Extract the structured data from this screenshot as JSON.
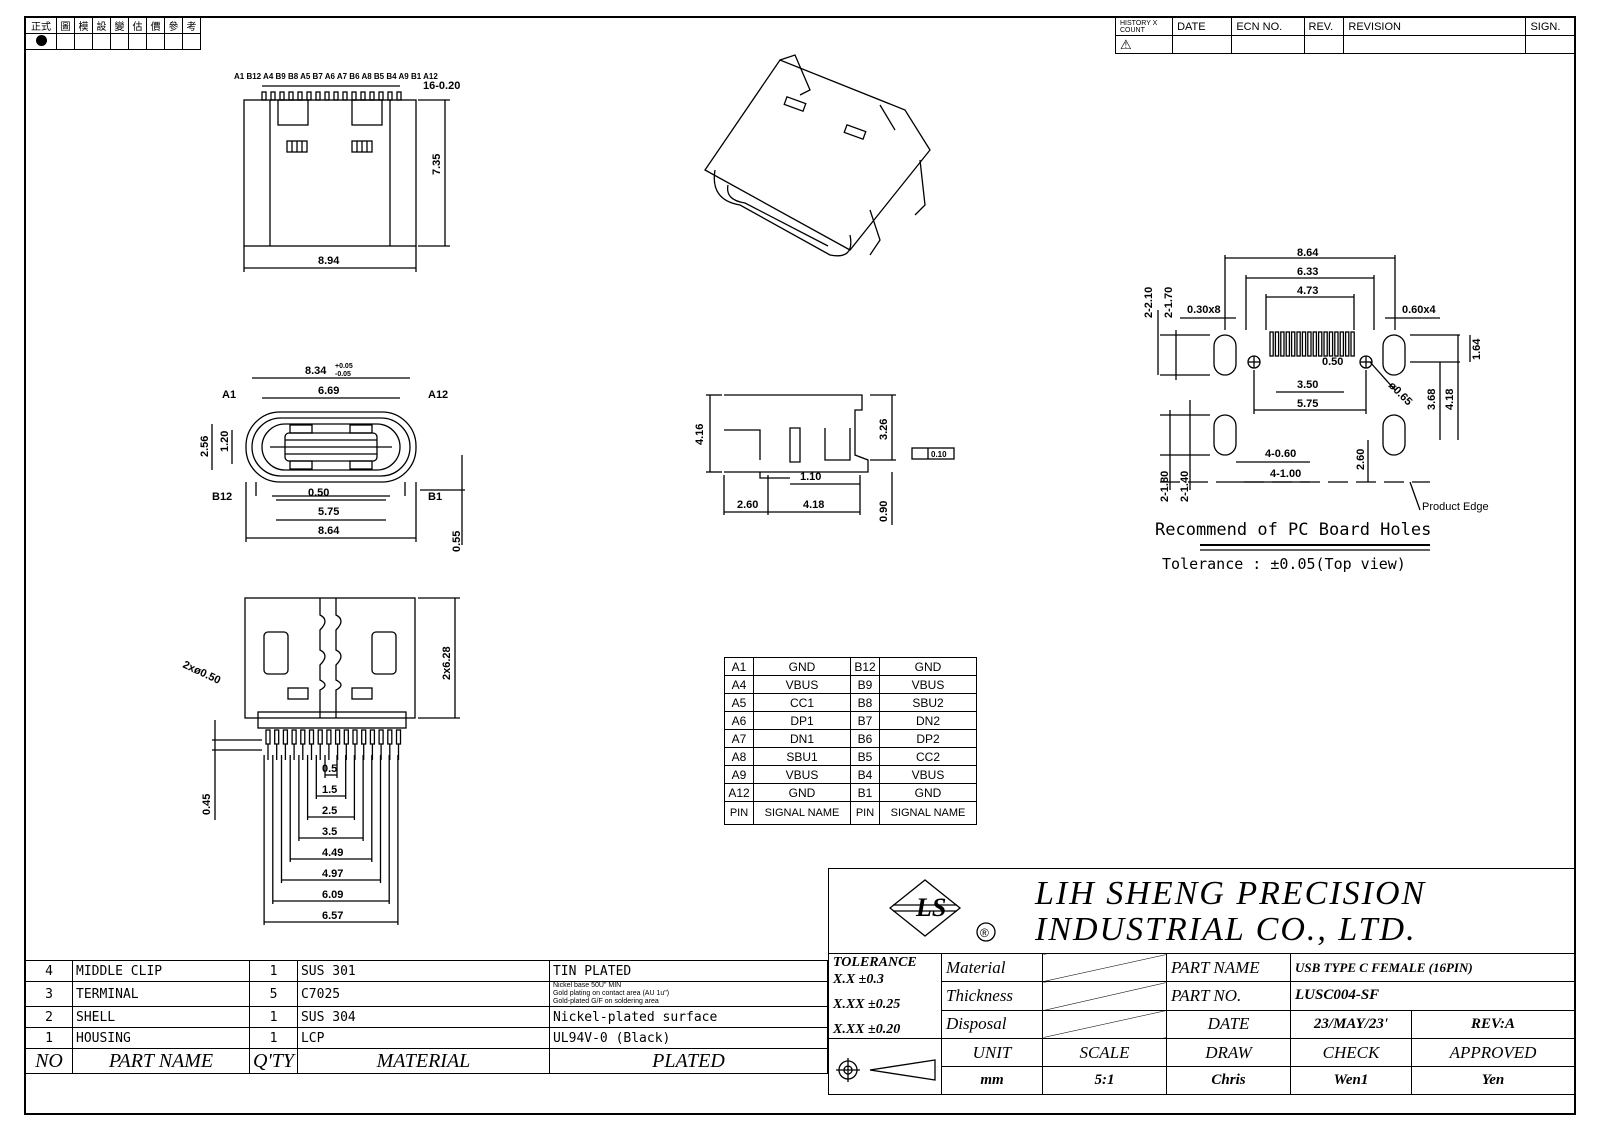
{
  "stamp": {
    "headers": [
      "正式",
      "圖",
      "模",
      "設",
      "變",
      "估",
      "價",
      "參",
      "考"
    ]
  },
  "history": {
    "history_count": "HISTORY X COUNT",
    "date": "DATE",
    "ecn_no": "ECN NO.",
    "rev": "REV.",
    "revision": "REVISION",
    "sign": "SIGN."
  },
  "front_view": {
    "pin_labels": "A1 B12 A4 B9 B8 A5 B7 A6 A7 B6 A8 B5 B4 A9 B1 A12",
    "pins_dim": "16-0.20",
    "height_dim": "7.35",
    "width_dim": "8.94"
  },
  "end_view": {
    "top_dim": "8.34",
    "top_tol_plus": "+0.05",
    "top_tol_minus": "-0.05",
    "inner_dim": "6.69",
    "left_dim_a": "2.56",
    "left_dim_b": "1.20",
    "pitch_dim": "0.50",
    "span_dim": "5.75",
    "overall_dim": "8.64",
    "foot_dim": "0.55",
    "label_a1": "A1",
    "label_a12": "A12",
    "label_b12": "B12",
    "label_b1": "B1"
  },
  "bottom_view": {
    "hole_dim": "2xø0.50",
    "side_dim": "2x6.28",
    "lead_dim": "0.45",
    "ladder": [
      "0.5",
      "1.5",
      "2.5",
      "3.5",
      "4.49",
      "4.97",
      "6.09",
      "6.57"
    ]
  },
  "side_view": {
    "h_dim": "4.16",
    "top_dim": "3.26",
    "mid_dim": "1.10",
    "left_dim": "2.60",
    "right_dim": "4.18",
    "base_dim": "0.90",
    "flatness": "0.10"
  },
  "pcb": {
    "dims_top": [
      "8.64",
      "6.33",
      "4.73"
    ],
    "left_a": "2-2.10",
    "left_b": "2-1.70",
    "slot_left": "0.30x8",
    "slot_right": "0.60x4",
    "pitch": "0.50",
    "mid": "3.50",
    "span": "5.75",
    "drill": "ø0.65",
    "r_a": "1.64",
    "r_b": "3.68",
    "r_c": "4.18",
    "low_a": "4-0.60",
    "low_b": "4-1.00",
    "low_c": "2.60",
    "bottom_a": "2-1.80",
    "bottom_b": "2-1.40",
    "edge": "Product Edge",
    "caption": "Recommend of PC Board Holes",
    "tolerance": "Tolerance : ±0.05(Top view)"
  },
  "pin_table": {
    "rows": [
      [
        "A1",
        "GND",
        "B12",
        "GND"
      ],
      [
        "A4",
        "VBUS",
        "B9",
        "VBUS"
      ],
      [
        "A5",
        "CC1",
        "B8",
        "SBU2"
      ],
      [
        "A6",
        "DP1",
        "B7",
        "DN2"
      ],
      [
        "A7",
        "DN1",
        "B6",
        "DP2"
      ],
      [
        "A8",
        "SBU1",
        "B5",
        "CC2"
      ],
      [
        "A9",
        "VBUS",
        "B4",
        "VBUS"
      ],
      [
        "A12",
        "GND",
        "B1",
        "GND"
      ]
    ],
    "header": [
      "PIN",
      "SIGNAL NAME",
      "PIN",
      "SIGNAL NAME"
    ]
  },
  "parts": {
    "rows": [
      {
        "no": "4",
        "name": "MIDDLE CLIP",
        "qty": "1",
        "material": "SUS 301",
        "plated": "TIN PLATED"
      },
      {
        "no": "3",
        "name": "TERMINAL",
        "qty": "5",
        "material": "C7025",
        "plated": "Nickel base 50U\" MIN\nGold plating on contact area (AU 1u\")\nGold-plated G/F on soldering area"
      },
      {
        "no": "2",
        "name": "SHELL",
        "qty": "1",
        "material": "SUS 304",
        "plated": "Nickel-plated surface"
      },
      {
        "no": "1",
        "name": "HOUSING",
        "qty": "1",
        "material": "LCP",
        "plated": "UL94V-0 (Black)"
      }
    ],
    "header": {
      "no": "NO",
      "name": "PART NAME",
      "qty": "Q'TY",
      "material": "MATERIAL",
      "plated": "PLATED"
    }
  },
  "title_block": {
    "company_line1": "LIH SHENG PRECISION",
    "company_line2": "INDUSTRIAL CO., LTD.",
    "logo_mark": "LS",
    "registered": "®",
    "tolerance_label": "TOLERANCE",
    "tol_x": "X.X  ±0.3",
    "tol_xx": "X.XX ±0.25",
    "tol_xx2": "X.XX ±0.20",
    "material_label": "Material",
    "thickness_label": "Thickness",
    "disposal_label": "Disposal",
    "part_name_label": "PART NAME",
    "part_name": "USB TYPE C FEMALE (16PIN)",
    "part_no_label": "PART NO.",
    "part_no": "LUSC004-SF",
    "date_label": "DATE",
    "date": "23/MAY/23'",
    "rev": "REV:A",
    "unit_label": "UNIT",
    "unit": "mm",
    "scale_label": "SCALE",
    "scale": "5:1",
    "draw_label": "DRAW",
    "draw": "Chris",
    "check_label": "CHECK",
    "check": "Wen1",
    "approved_label": "APPROVED",
    "approved": "Yen"
  }
}
